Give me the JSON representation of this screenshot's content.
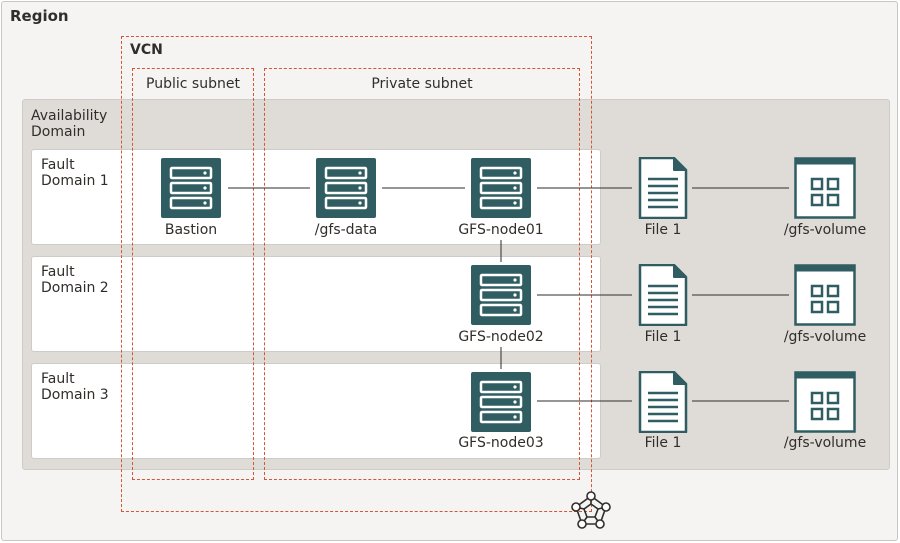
{
  "region": {
    "title": "Region"
  },
  "vcn": {
    "title": "VCN"
  },
  "public_subnet": {
    "title": "Public subnet"
  },
  "private_subnet": {
    "title": "Private subnet"
  },
  "availability_domain": {
    "title": "Availability Domain"
  },
  "fault_domains": [
    {
      "title": "Fault Domain 1"
    },
    {
      "title": "Fault Domain 2"
    },
    {
      "title": "Fault Domain 3"
    }
  ],
  "nodes": {
    "bastion": "Bastion",
    "gfs_data": "/gfs-data",
    "gfs_node01": "GFS-node01",
    "gfs_node02": "GFS-node02",
    "gfs_node03": "GFS-node03",
    "file_1": "File 1",
    "file_2": "File 1",
    "file_3": "File 1",
    "volume_1": "/gfs-volume",
    "volume_2": "/gfs-volume",
    "volume_3": "/gfs-volume"
  },
  "colors": {
    "icon": "#2f5d62",
    "dashed_border": "#d0573a",
    "line": "#312d2a"
  }
}
